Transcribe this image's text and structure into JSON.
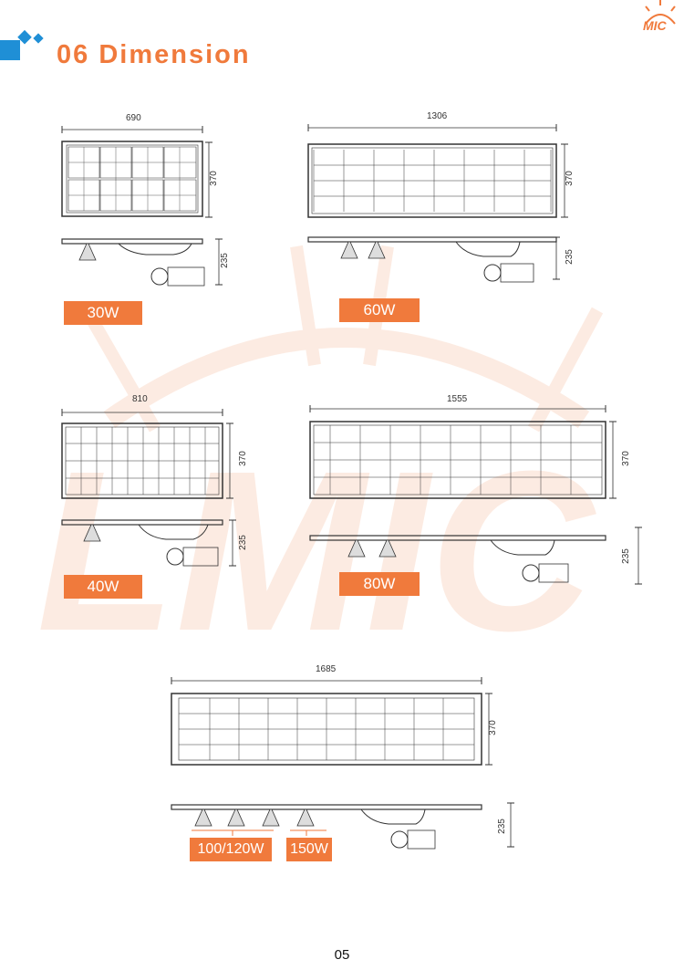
{
  "header": {
    "title": "06 Dimension",
    "logo_text": "MIC",
    "accent_color": "#f07a3c",
    "blue_color": "#1f8fd6"
  },
  "watermark": {
    "text": "LMIC"
  },
  "models": [
    {
      "label": "30W",
      "width": "690",
      "height": "370",
      "depth": "235"
    },
    {
      "label": "60W",
      "width": "1306",
      "height": "370",
      "depth": "235"
    },
    {
      "label": "40W",
      "width": "810",
      "height": "370",
      "depth": "235"
    },
    {
      "label": "80W",
      "width": "1555",
      "height": "370",
      "depth": "235"
    },
    {
      "label": "100/120W",
      "label2": "150W",
      "width": "1685",
      "height": "370",
      "depth": "235"
    }
  ],
  "page_number": "05"
}
